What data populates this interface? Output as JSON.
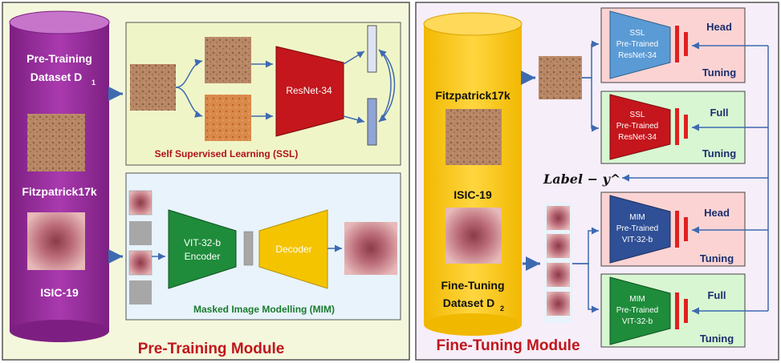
{
  "pretraining": {
    "cylinder_title_line1": "Pre-Training",
    "cylinder_title_line2": "Dataset D",
    "cylinder_title_sub": "1",
    "dataset1_label": "Fitzpatrick17k",
    "dataset2_label": "ISIC-19",
    "ssl_box_title": "Self Supervised Learning (SSL)",
    "ssl_network_label": "ResNet-34",
    "mim_box_title": "Masked Image Modelling (MIM)",
    "mim_encoder_line1": "VIT-32-b",
    "mim_encoder_line2": "Encoder",
    "mim_decoder_label": "Decoder",
    "module_title": "Pre-Training Module"
  },
  "finetuning": {
    "cylinder_dataset1_label": "Fitzpatrick17k",
    "cylinder_dataset2_label": "ISIC-19",
    "cylinder_title_line1": "Fine-Tuning",
    "cylinder_title_line2": "Dataset D",
    "cylinder_title_sub": "2",
    "label_text": "Label − y^",
    "module_title": "Fine-Tuning Module",
    "models": [
      {
        "line1": "SSL",
        "line2": "Pre-Trained",
        "line3": "ResNet-34",
        "mode": "Head",
        "tuning": "Tuning"
      },
      {
        "line1": "SSL",
        "line2": "Pre-Trained",
        "line3": "ResNet-34",
        "mode": "Full",
        "tuning": "Tuning"
      },
      {
        "line1": "MIM",
        "line2": "Pre-Trained",
        "line3": "VIT-32-b",
        "mode": "Head",
        "tuning": "Tuning"
      },
      {
        "line1": "MIM",
        "line2": "Pre-Trained",
        "line3": "VIT-32-b",
        "mode": "Full",
        "tuning": "Tuning"
      }
    ]
  },
  "colors": {
    "pretrain_cylinder": "#9a2a9e",
    "finetune_cylinder": "#f7c100",
    "ssl_box_fill": "#f0f5c8",
    "mim_box_fill": "#e8f3fb",
    "resnet_red": "#c4161c",
    "vit_green": "#1e8c3a",
    "decoder_yellow": "#f5c400",
    "head_box_fill": "#fbd3d3",
    "full_box_fill": "#d8f6d2",
    "arrow_blue": "#3e6ab0",
    "title_red": "#c0161c",
    "ssl_title_red": "#b0141a",
    "mim_title_green": "#1b7a2e"
  }
}
